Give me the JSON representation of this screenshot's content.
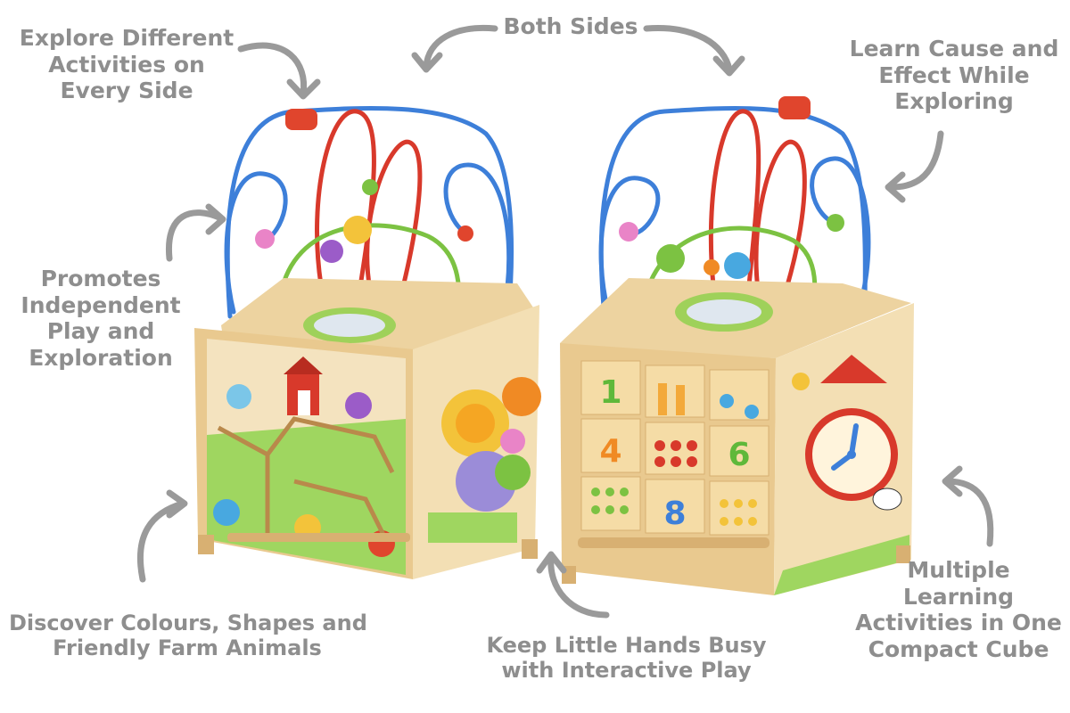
{
  "callouts": {
    "explore": [
      "Explore Different",
      "Activities on",
      "Every Side"
    ],
    "both_sides": [
      "Both Sides"
    ],
    "learn": [
      "Learn Cause and",
      "Effect While",
      "Exploring"
    ],
    "promotes": [
      "Promotes",
      "Independent",
      "Play and",
      "Exploration"
    ],
    "discover": [
      "Discover Colours, Shapes and",
      "Friendly Farm Animals"
    ],
    "keep": [
      "Keep Little Hands Busy",
      "with Interactive Play"
    ],
    "multiple": [
      "Multiple",
      "Learning",
      "Activities in One",
      "Compact Cube"
    ]
  },
  "number_tiles": {
    "one": "1",
    "four": "4",
    "six": "6",
    "eight": "8"
  },
  "colors": {
    "text": "#8e8e8e",
    "wood": "#e9c98f",
    "wood_dark": "#d8b072",
    "blue_wire": "#3d7fd9",
    "red_wire": "#d8392b",
    "green_wire": "#7cc242"
  }
}
